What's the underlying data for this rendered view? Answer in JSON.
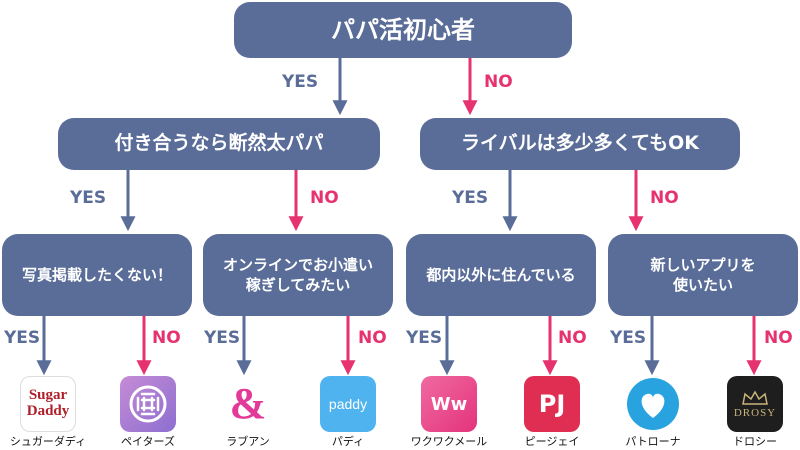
{
  "colors": {
    "node": "#5a6d98",
    "yes": "#5a6d98",
    "no": "#e6336f",
    "text_on_node": "#ffffff"
  },
  "root": {
    "label": "パパ活初心者"
  },
  "level1": [
    {
      "label": "付き合うなら断然太パパ",
      "edge_label": "YES"
    },
    {
      "label": "ライバルは多少多くてもOK",
      "edge_label": "NO"
    }
  ],
  "level2": [
    {
      "lines": [
        "写真掲載したくない！"
      ],
      "edge_label": "YES"
    },
    {
      "lines": [
        "オンラインでお小遣い",
        "稼ぎしてみたい"
      ],
      "edge_label": "NO"
    },
    {
      "lines": [
        "都内以外に住んでいる"
      ],
      "edge_label": "YES"
    },
    {
      "lines": [
        "新しいアプリを",
        "使いたい"
      ],
      "edge_label": "NO"
    }
  ],
  "leaf_edge_labels": [
    "YES",
    "NO",
    "YES",
    "NO",
    "YES",
    "NO",
    "YES",
    "NO"
  ],
  "apps": [
    {
      "name": "シュガーダディ",
      "icon": "sugar-daddy-logo-icon",
      "logo_text": [
        "Sugar",
        "Daddy"
      ]
    },
    {
      "name": "ペイターズ",
      "icon": "paters-cross-icon"
    },
    {
      "name": "ラブアン",
      "icon": "love-an-ampersand-icon"
    },
    {
      "name": "パディ",
      "icon": "paddy-logo-icon",
      "logo_text": "paddy"
    },
    {
      "name": "ワクワクメール",
      "icon": "wakuwaku-logo-icon",
      "logo_text": "Ww"
    },
    {
      "name": "ピージェイ",
      "icon": "pj-logo-icon",
      "logo_text": "PJ"
    },
    {
      "name": "パトローナ",
      "icon": "patrona-heart-icon"
    },
    {
      "name": "ドロシー",
      "icon": "drosy-crown-icon",
      "logo_text": "DROSY"
    }
  ]
}
